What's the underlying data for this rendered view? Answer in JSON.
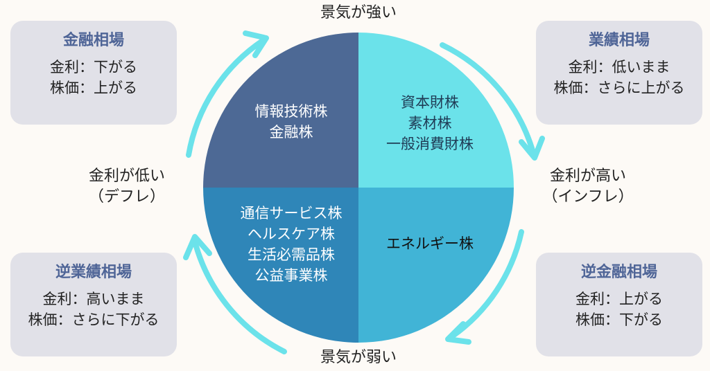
{
  "top_label": "景気が強い",
  "bottom_label": "景気が弱い",
  "left_label": [
    "金利が低い",
    "（デフレ）"
  ],
  "right_label": [
    "金利が高い",
    "（インフレ）"
  ],
  "cards": {
    "top_left": {
      "title": "金融相場",
      "lines": [
        "金利：下がる",
        "株価：上がる"
      ]
    },
    "top_right": {
      "title": "業績相場",
      "lines": [
        "金利：低いまま",
        "株価：さらに上がる"
      ]
    },
    "bottom_left": {
      "title": "逆業績相場",
      "lines": [
        "金利：高いまま",
        "株価：さらに下がる"
      ]
    },
    "bottom_right": {
      "title": "逆金融相場",
      "lines": [
        "金利：上がる",
        "株価：下がる"
      ]
    }
  },
  "quadrants": {
    "top_left": {
      "lines": [
        "情報技術株",
        "金融株"
      ],
      "color": "#4d6995"
    },
    "top_right": {
      "lines": [
        "資本財株",
        "素材株",
        "一般消費財株"
      ],
      "color": "#6be2ea"
    },
    "bottom_left": {
      "lines": [
        "通信サービス株",
        "ヘルスケア株",
        "生活必需品株",
        "公益事業株"
      ],
      "color": "#2f86b8"
    },
    "bottom_right": {
      "lines": [
        "エネルギー株"
      ],
      "color": "#41b4d6"
    }
  },
  "colors": {
    "arrow": "#6be2ea",
    "card_bg": "#e1e1e8",
    "card_title": "#4f6597"
  }
}
